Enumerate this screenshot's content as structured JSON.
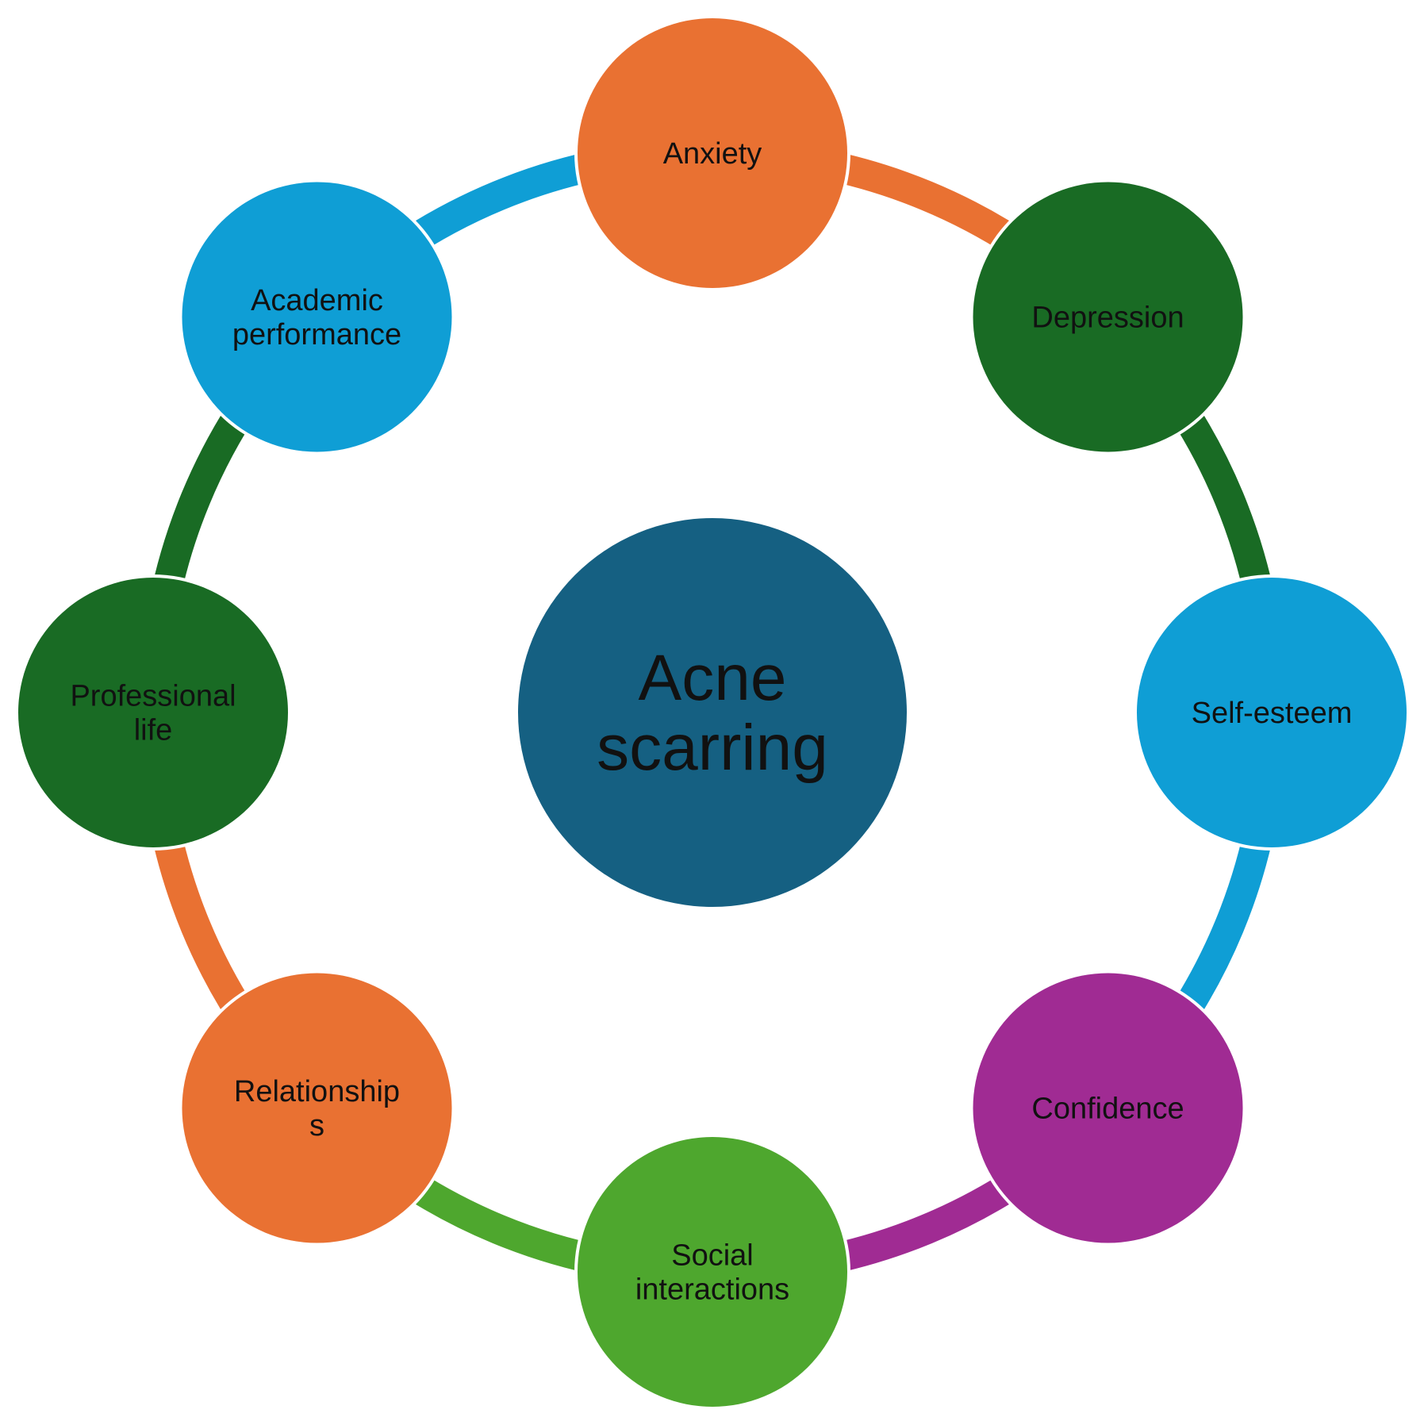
{
  "center": {
    "lines": [
      "Acne",
      "scarring"
    ],
    "color": "#156082"
  },
  "nodes": [
    {
      "id": "anxiety",
      "lines": [
        "Anxiety"
      ],
      "color": "#E97132"
    },
    {
      "id": "depression",
      "lines": [
        "Depression"
      ],
      "color": "#196B24"
    },
    {
      "id": "self-esteem",
      "lines": [
        "Self-esteem"
      ],
      "color": "#0F9ED5"
    },
    {
      "id": "confidence",
      "lines": [
        "Confidence"
      ],
      "color": "#A02B93"
    },
    {
      "id": "social-interactions",
      "lines": [
        "Social",
        "interactions"
      ],
      "color": "#4EA72E"
    },
    {
      "id": "relationships",
      "lines": [
        "Relationship",
        "s"
      ],
      "color": "#E97132"
    },
    {
      "id": "professional-life",
      "lines": [
        "Professional",
        "life"
      ],
      "color": "#196B24"
    },
    {
      "id": "academic-performance",
      "lines": [
        "Academic",
        "performance"
      ],
      "color": "#0F9ED5"
    }
  ]
}
